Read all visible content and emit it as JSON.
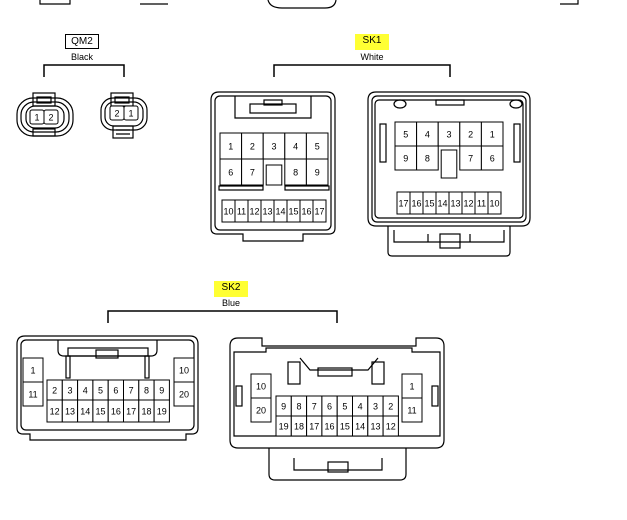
{
  "connectors": {
    "qm2": {
      "code": "QM2",
      "color": "Black",
      "left_pins": [
        "1",
        "2"
      ],
      "right_pins": [
        "2",
        "1"
      ]
    },
    "sk1": {
      "code": "SK1",
      "color": "White",
      "left_rows": [
        [
          "1",
          "2",
          "3",
          "4",
          "5"
        ],
        [
          "6",
          "7",
          "",
          "8",
          "9"
        ]
      ],
      "left_bottom_row": [
        "10",
        "11",
        "12",
        "13",
        "14",
        "15",
        "16",
        "17"
      ],
      "right_rows": [
        [
          "5",
          "4",
          "3",
          "2",
          "1"
        ],
        [
          "9",
          "8",
          "",
          "7",
          "6"
        ]
      ],
      "right_bottom_row": [
        "17",
        "16",
        "15",
        "14",
        "13",
        "12",
        "11",
        "10"
      ]
    },
    "sk2": {
      "code": "SK2",
      "color": "Blue",
      "left_side_pins": [
        "1",
        "11"
      ],
      "left_right_side_pins": [
        "10",
        "20"
      ],
      "left_top_row": [
        "2",
        "3",
        "4",
        "5",
        "6",
        "7",
        "8",
        "9"
      ],
      "left_bottom_row": [
        "12",
        "13",
        "14",
        "15",
        "16",
        "17",
        "18",
        "19"
      ],
      "right_side_pins_left": [
        "10",
        "20"
      ],
      "right_side_pins_right": [
        "1",
        "11"
      ],
      "right_top_row": [
        "9",
        "8",
        "7",
        "6",
        "5",
        "4",
        "3",
        "2"
      ],
      "right_bottom_row": [
        "19",
        "18",
        "17",
        "16",
        "15",
        "14",
        "13",
        "12"
      ]
    }
  }
}
